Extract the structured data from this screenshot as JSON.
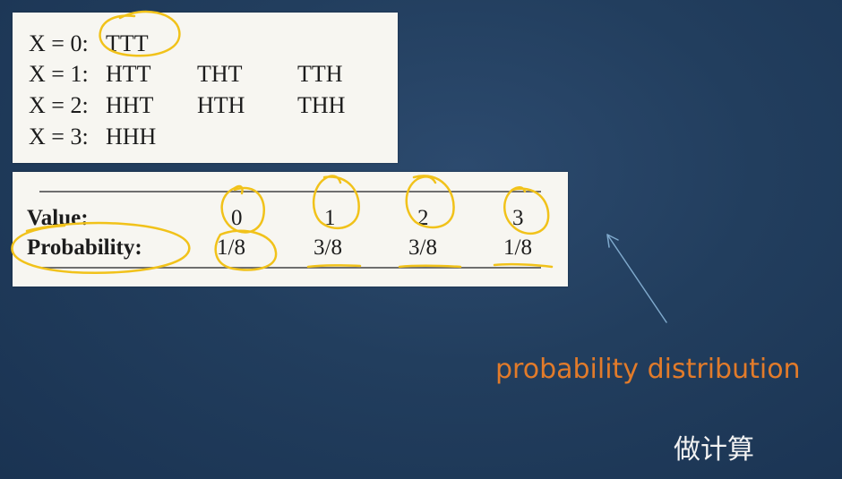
{
  "outcomes": {
    "rows": [
      {
        "label": "X = 0:",
        "items": [
          "TTT"
        ]
      },
      {
        "label": "X = 1:",
        "items": [
          "HTT",
          "THT",
          "TTH"
        ]
      },
      {
        "label": "X = 2:",
        "items": [
          "HHT",
          "HTH",
          "THH"
        ]
      },
      {
        "label": "X = 3:",
        "items": [
          "HHH"
        ]
      }
    ]
  },
  "distribution": {
    "value_label": "Value:",
    "probability_label": "Probability:",
    "values": [
      "0",
      "1",
      "2",
      "3"
    ],
    "probabilities": [
      "1/8",
      "3/8",
      "3/8",
      "1/8"
    ]
  },
  "annotations": {
    "caption": "probability distribution",
    "note": "做计算"
  },
  "colors": {
    "background": "#223e5e",
    "panel": "#f7f6f1",
    "ink": "#f1c21a",
    "caption": "#e27b2a",
    "arrow": "#7fa9cc",
    "note": "#f2f2f2"
  }
}
